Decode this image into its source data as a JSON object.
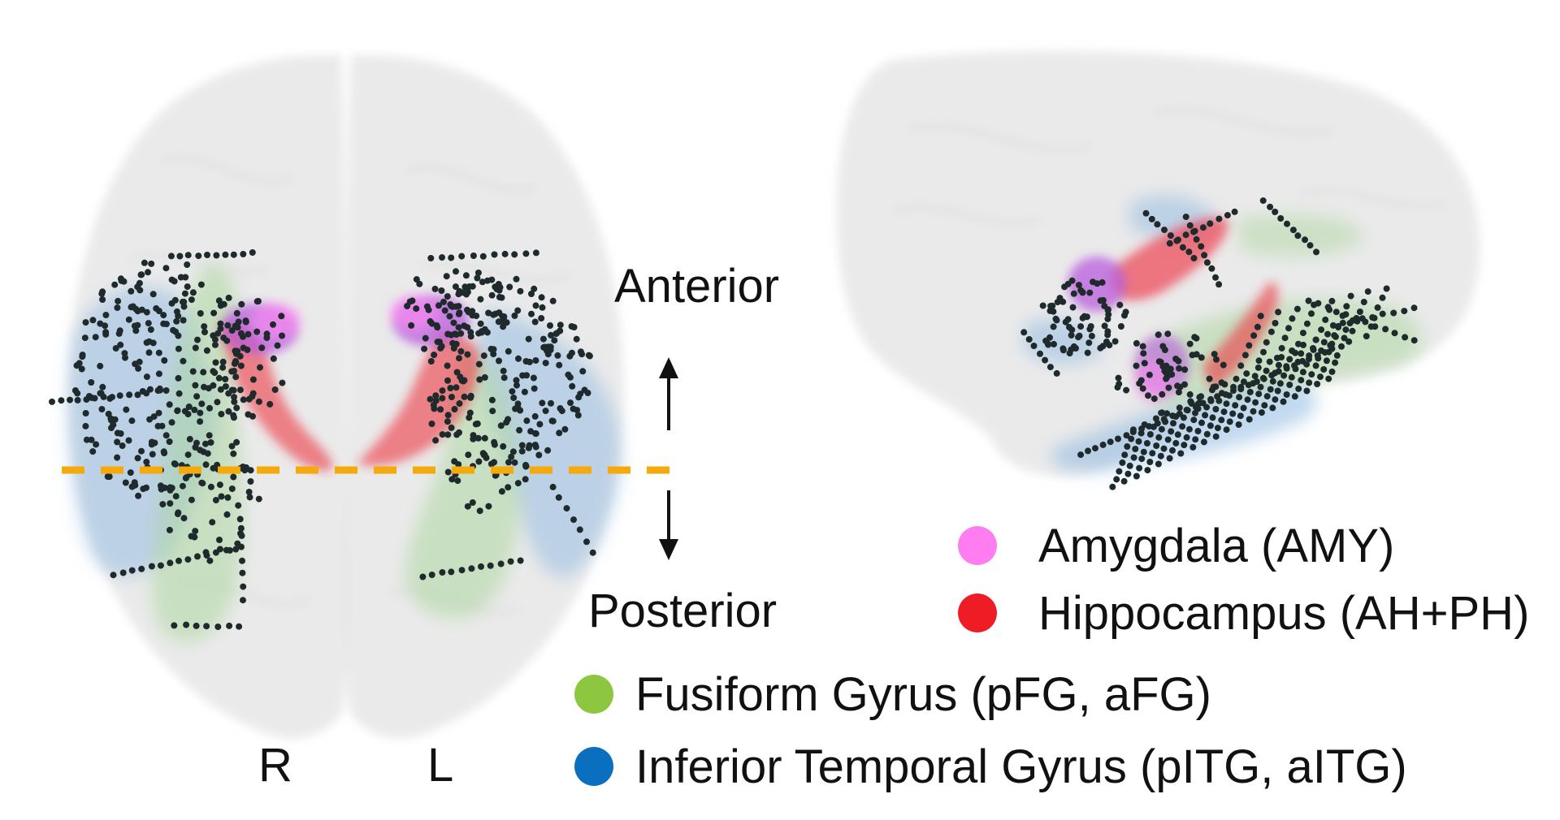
{
  "figure": {
    "orientation": {
      "anterior_label": "Anterior",
      "posterior_label": "Posterior"
    },
    "hemispheres": {
      "right_label": "R",
      "left_label": "L"
    },
    "legend": [
      {
        "key": "amy",
        "label": "Amygdala (AMY)",
        "color": "#ff7df0"
      },
      {
        "key": "hip",
        "label": "Hippocampus (AH+PH)",
        "color": "#ee1c25"
      },
      {
        "key": "fg",
        "label": "Fusiform Gyrus (pFG, aFG)",
        "color": "#8dc63f"
      },
      {
        "key": "itg",
        "label": "Inferior Temporal Gyrus (pITG, aITG)",
        "color": "#0a6fbf"
      }
    ],
    "colors": {
      "brain": "#d9d9d9",
      "electrode": "#1f2a2c",
      "cut_line": "#f4a90c",
      "amygdala": "#d070e0",
      "hippocampus": "#ee2a36",
      "fusiform": "#a8d59a",
      "inferior_temporal": "#86b4e0"
    }
  }
}
